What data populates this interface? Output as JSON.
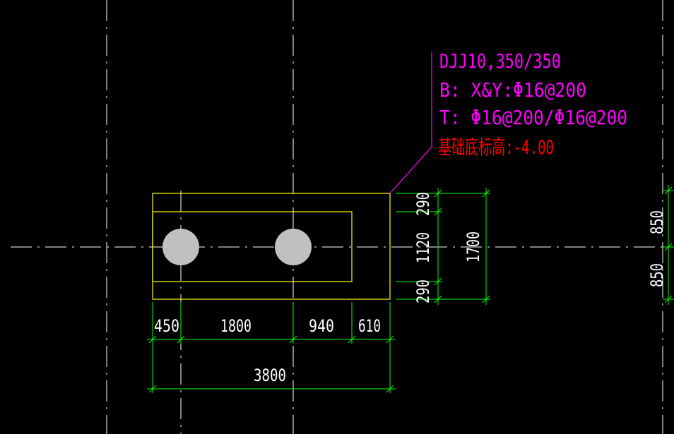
{
  "colors": {
    "background": "#000000",
    "axis": "#ffffff",
    "outline": "#ffff00",
    "dimension": "#00ff00",
    "annotation": "#ff00ff",
    "elevation": "#ff0000",
    "pile": "#c0c0c0"
  },
  "annotation": {
    "line1": "DJJ10,350/350",
    "line2": "B: X&Y:Φ16@200",
    "line3": "T: Φ16@200/Φ16@200",
    "line4": "基础底标高:-4.00"
  },
  "dimensions": {
    "horizontal": [
      "450",
      "1800",
      "940",
      "610"
    ],
    "total_width": "3800",
    "vertical": [
      "290",
      "1120",
      "290"
    ],
    "total_height": "1700",
    "right_upper": "850",
    "right_lower": "850"
  }
}
